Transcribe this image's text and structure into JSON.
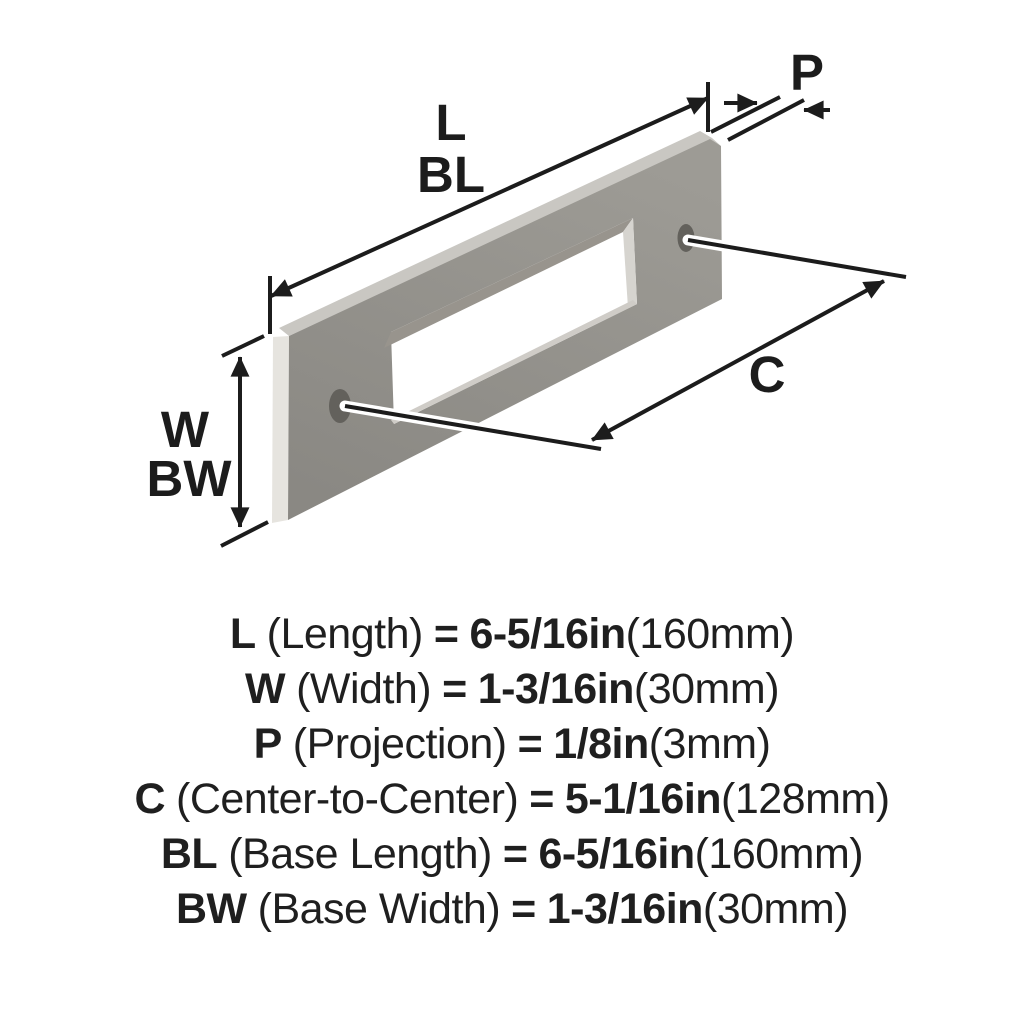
{
  "diagram": {
    "labels": {
      "length": "L",
      "base_length": "BL",
      "projection": "P",
      "width": "W",
      "base_width": "BW",
      "center_to_center": "C"
    }
  },
  "legend": {
    "rows": [
      {
        "symbol": "L",
        "name": "(Length)",
        "equals": "=",
        "value": "6-5/16in",
        "metric": "(160mm)"
      },
      {
        "symbol": "W",
        "name": "(Width)",
        "equals": "=",
        "value": "1-3/16in",
        "metric": "(30mm)"
      },
      {
        "symbol": "P",
        "name": "(Projection)",
        "equals": "=",
        "value": "1/8in",
        "metric": "(3mm)"
      },
      {
        "symbol": "C",
        "name": "(Center-to-Center)",
        "equals": "=",
        "value": "5-1/16in",
        "metric": "(128mm)"
      },
      {
        "symbol": "BL",
        "name": "(Base Length)",
        "equals": "=",
        "value": "6-5/16in",
        "metric": "(160mm)"
      },
      {
        "symbol": "BW",
        "name": "(Base Width)",
        "equals": "=",
        "value": "1-3/16in",
        "metric": "(30mm)"
      }
    ]
  },
  "colors": {
    "line": "#1c1c1c",
    "text": "#1f1f1f",
    "plate_front_light": "#9d9b95",
    "plate_front_dark": "#8a8883",
    "plate_top": "#c9c7c2",
    "plate_side": "#e6e4df",
    "inner_top": "#98948d",
    "inner_right": "#d6d4cf",
    "inner_bottom": "#cfccc7",
    "hole": "#63615c"
  }
}
